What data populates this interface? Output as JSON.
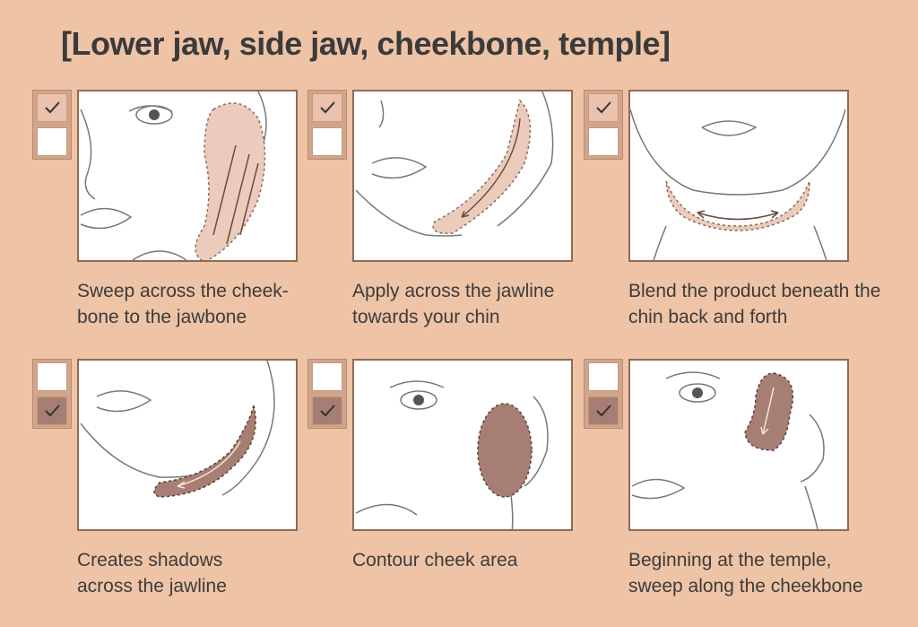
{
  "title": "[Lower jaw, side jaw, cheekbone, temple]",
  "colors": {
    "background": "#eec3a6",
    "light_product": "#ebc2ad",
    "dark_product": "#a77e73",
    "frame_border": "#8f6b54"
  },
  "steps": [
    {
      "caption_line1": "Sweep across the cheek-",
      "caption_line2": "bone to the jawbone",
      "checked": "top",
      "illustration": "face-side-cheekbone-sweep-icon"
    },
    {
      "caption_line1": "Apply across the jawline",
      "caption_line2": "towards your chin",
      "checked": "top",
      "illustration": "jawline-to-chin-icon"
    },
    {
      "caption_line1": "Blend the product beneath the",
      "caption_line2": "chin back and forth",
      "checked": "top",
      "illustration": "under-chin-blend-icon"
    },
    {
      "caption_line1": "Creates shadows",
      "caption_line2": "across the jawline",
      "checked": "bottom",
      "illustration": "jawline-shadow-icon"
    },
    {
      "caption_line1": "Contour cheek area",
      "caption_line2": "",
      "checked": "bottom",
      "illustration": "cheek-contour-icon"
    },
    {
      "caption_line1": "Beginning at the temple,",
      "caption_line2": "sweep along the cheekbone",
      "checked": "bottom",
      "illustration": "temple-cheekbone-icon"
    }
  ]
}
